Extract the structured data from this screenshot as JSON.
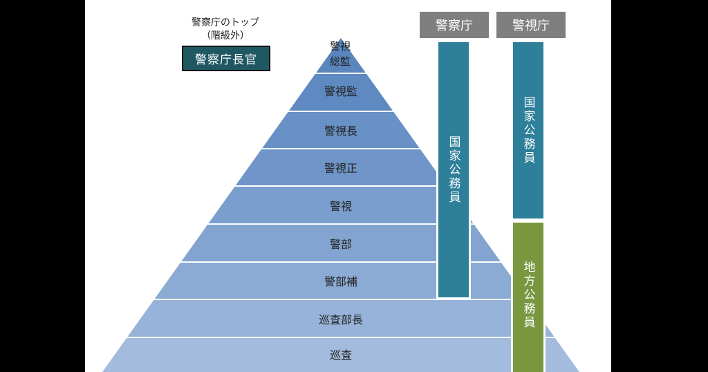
{
  "top_note": {
    "line1": "警察庁のトップ",
    "line2": "（階級外）",
    "chief": "警察庁長官"
  },
  "ranks": [
    "警視総監",
    "警視監",
    "警視長",
    "警視正",
    "警視",
    "警部",
    "警部補",
    "巡査部長",
    "巡査"
  ],
  "apex": {
    "line1": "警視",
    "line2": "総監"
  },
  "columns": {
    "npa": {
      "header": "警察庁",
      "bar": "国家公務員"
    },
    "mpd": {
      "header": "警視庁",
      "bar_national": "国家公務員",
      "bar_local": "地方公務員"
    }
  },
  "colors": {
    "national": "#2e7f99",
    "local": "#78973f",
    "header": "#7f7f7f",
    "chief": "#1f5863"
  }
}
